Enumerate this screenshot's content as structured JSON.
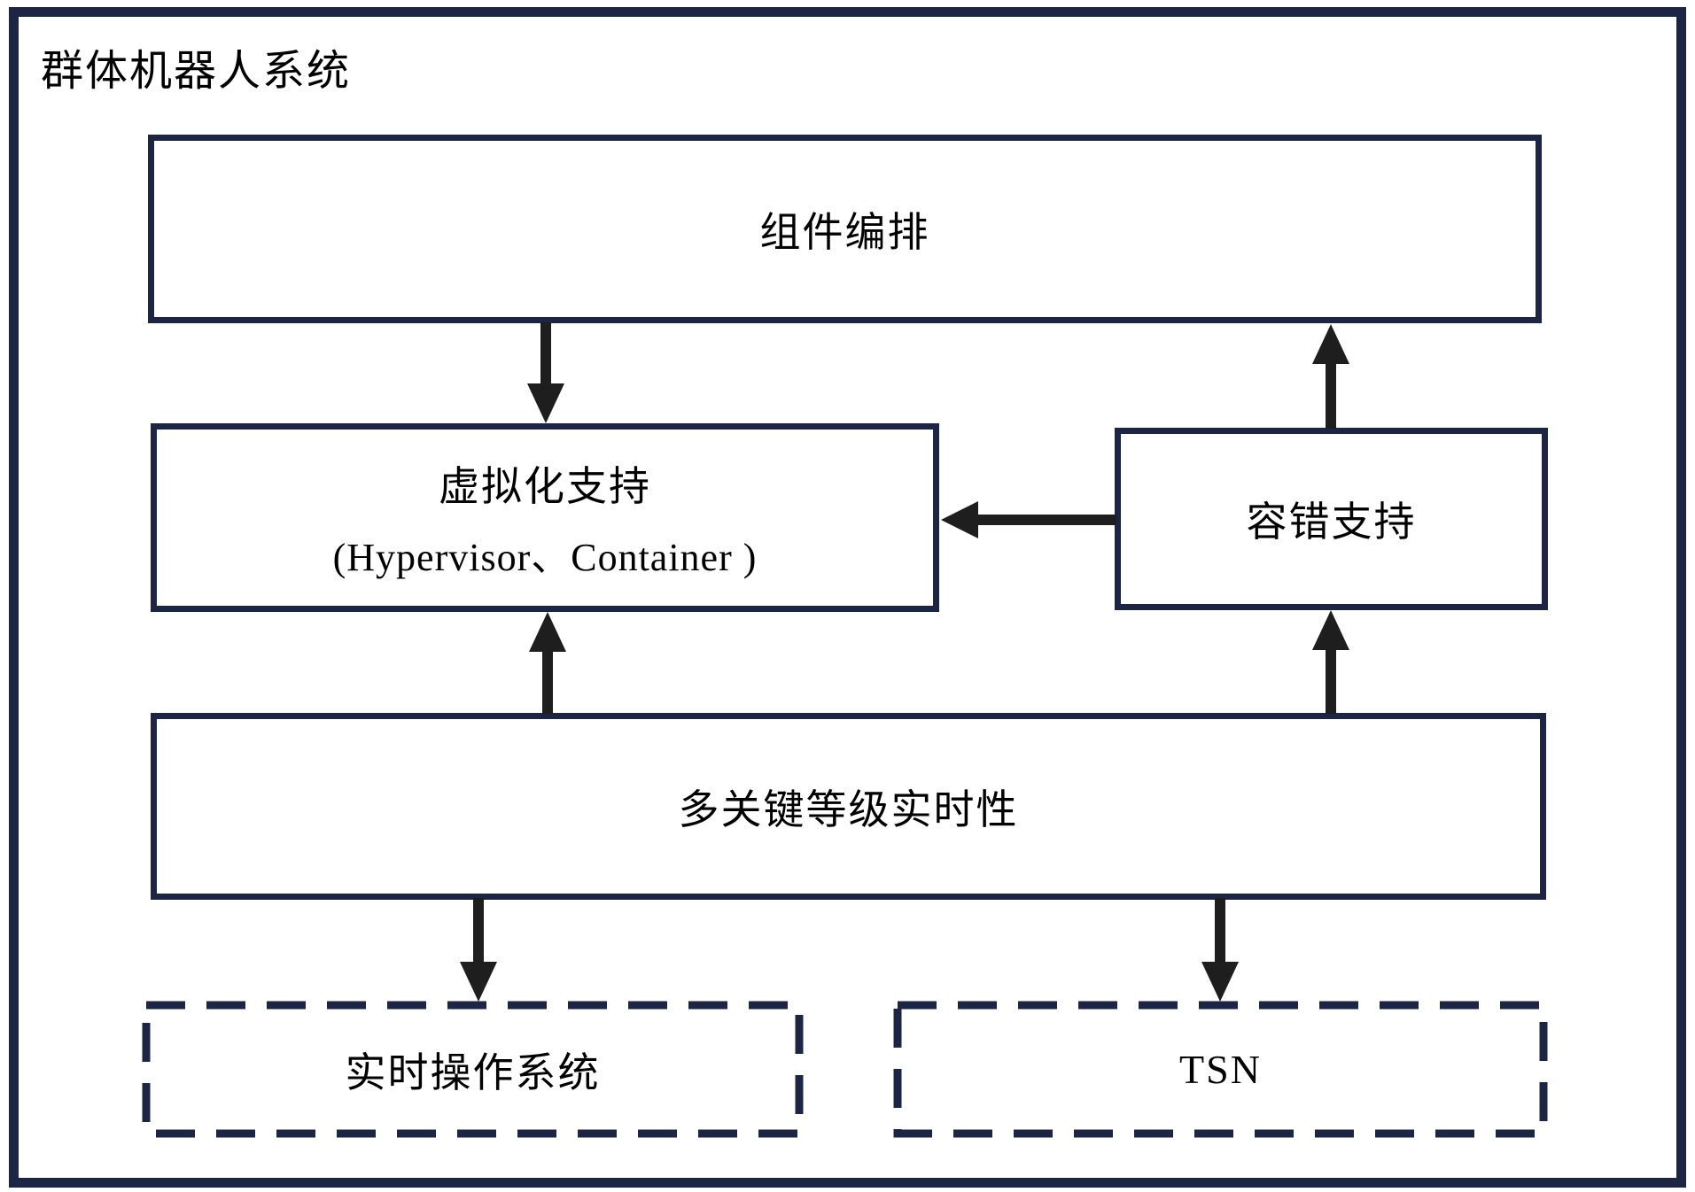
{
  "diagram": {
    "title": "群体机器人系统",
    "boxes": {
      "orchestration": {
        "label": "组件编排"
      },
      "virtualization": {
        "line1": "虚拟化支持",
        "line2": "(Hypervisor、Container )"
      },
      "fault_tolerance": {
        "label": "容错支持"
      },
      "multi_criticality": {
        "label": "多关键等级实时性"
      },
      "rtos": {
        "label": "实时操作系统"
      },
      "tsn": {
        "label": "TSN"
      }
    },
    "colors": {
      "border": "#1c2543",
      "arrow": "#1e1e1e",
      "text": "#000000",
      "background": "#ffffff"
    }
  }
}
